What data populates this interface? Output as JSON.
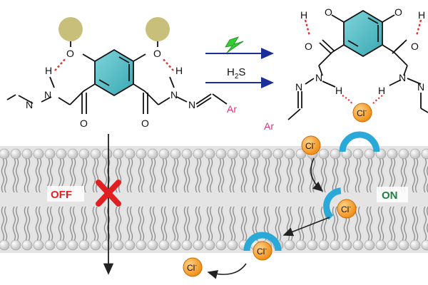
{
  "left_molecule": {
    "atoms": {
      "O_top_left": "O",
      "O_top_right": "O",
      "H_left": "H",
      "H_right": "H",
      "N_left_1": "N",
      "N_left_2": "N",
      "N_right_1": "N",
      "N_right_2": "N",
      "O_carbonyl_left": "O",
      "O_carbonyl_right": "O",
      "Ar": "Ar"
    },
    "colors": {
      "protecting_group": "#c8c07a",
      "ring": "#4cb6c0",
      "hbond": "#e03030",
      "aryl": "#e0307a"
    }
  },
  "reaction": {
    "reagent": "H",
    "reagent_sub": "2",
    "reagent_tail": "S",
    "trigger_icon": "lightning-icon",
    "trigger_color": "#33cc33"
  },
  "right_molecule": {
    "atoms": {
      "H_top_left": "H",
      "O_top_left": "O",
      "O_top_right": "O",
      "H_top_right": "H",
      "O_carbonyl_left": "O",
      "O_carbonyl_right": "O",
      "N_1": "N",
      "N_2": "N",
      "N_3": "N",
      "N_4": "N",
      "H_nh_left": "H",
      "H_nh_right": "H",
      "Ar": "Ar"
    }
  },
  "ions": {
    "label": "Cl",
    "charge": "-",
    "color": "#f5a020"
  },
  "membrane": {
    "off_label": "OFF",
    "on_label": "ON",
    "off_color": "#e02020",
    "on_color": "#208040",
    "carrier_color": "#2aa8d8"
  }
}
